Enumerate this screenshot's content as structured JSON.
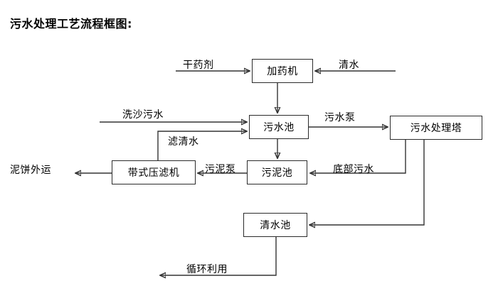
{
  "diagram": {
    "title": "污水处理工艺流程框图:",
    "nodes": [
      {
        "id": "dosing_machine",
        "label": "加药机"
      },
      {
        "id": "sewage_pool",
        "label": "污水池"
      },
      {
        "id": "sewage_tower",
        "label": "污水处理塔"
      },
      {
        "id": "belt_filter_press",
        "label": "带式压滤机"
      },
      {
        "id": "sludge_pool",
        "label": "污泥池"
      },
      {
        "id": "clean_water_pool",
        "label": "清水池"
      }
    ],
    "terminals": [
      {
        "id": "dry_agent_input",
        "label": "干药剂"
      },
      {
        "id": "clean_water_input",
        "label": "清水"
      },
      {
        "id": "sand_washing_sewage_input",
        "label": "洗沙污水"
      },
      {
        "id": "mud_cake_output",
        "label": "泥饼外运"
      }
    ],
    "edge_labels": [
      {
        "id": "filtered_clear_water",
        "label": "滤清水"
      },
      {
        "id": "sewage_pump",
        "label": "污水泵"
      },
      {
        "id": "sludge_pump",
        "label": "污泥泵"
      },
      {
        "id": "bottom_sewage",
        "label": "底部污水"
      },
      {
        "id": "recycle_use",
        "label": "循环利用"
      }
    ],
    "colors": {
      "line": "#333333",
      "box_border": "#2b2b2b",
      "background": "#ffffff",
      "text": "#000000"
    }
  }
}
